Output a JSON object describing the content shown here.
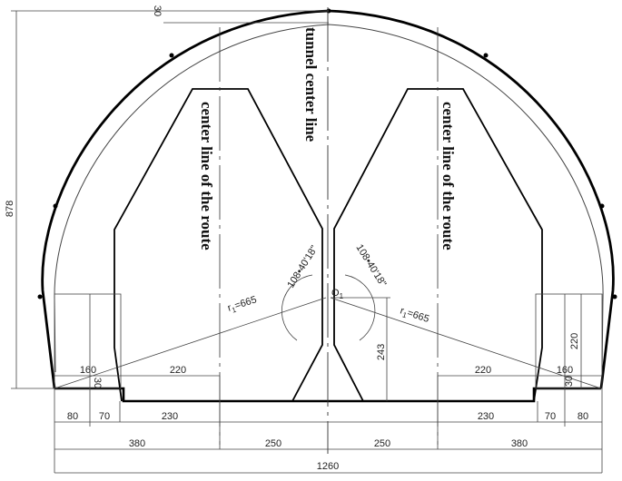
{
  "drawing": {
    "labels": {
      "tunnel_center_line": "tunnel center line",
      "center_line_left": "center line of the route",
      "center_line_right": "center line of the route",
      "center_point": "O",
      "center_point_sub": "1"
    },
    "radius_left": "r",
    "radius_left_sub": "1",
    "radius_left_value": "=665",
    "radius_right": "r",
    "radius_right_sub": "1",
    "radius_right_value": "=665",
    "angle_left": "108•40'18\"",
    "angle_right": "108•40'18\"",
    "dimensions": {
      "height_total": "878",
      "top_thickness": "30",
      "center_rise": "243",
      "left_160": "160",
      "left_220": "220",
      "left_30": "30",
      "left_80": "80",
      "left_70": "70",
      "left_230": "230",
      "left_380": "380",
      "mid_250_left": "250",
      "mid_250_right": "250",
      "right_220": "220",
      "right_160": "160",
      "right_30": "30",
      "right_230": "230",
      "right_70": "70",
      "right_80": "80",
      "right_380": "380",
      "right_220_vertical": "220",
      "total_width": "1260"
    }
  }
}
